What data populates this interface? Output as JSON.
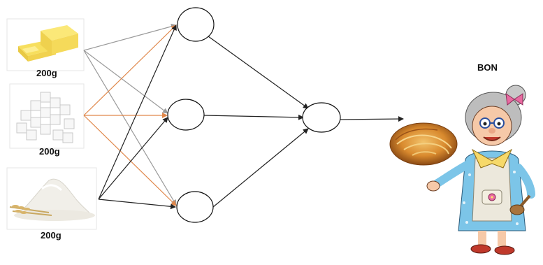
{
  "inputs": [
    {
      "ingredient_icon": "butter-icon",
      "quantity": "200g"
    },
    {
      "ingredient_icon": "sugar-cubes-icon",
      "quantity": "200g"
    },
    {
      "ingredient_icon": "flour-icon",
      "quantity": "200g"
    }
  ],
  "output": {
    "verdict": "BON",
    "result_icon": "cake-icon",
    "character_icon": "grandmother-icon"
  },
  "colors": {
    "edge_gray": "#9a9a9a",
    "edge_orange": "#e0874a",
    "edge_black": "#222222",
    "node_stroke": "#111111"
  }
}
